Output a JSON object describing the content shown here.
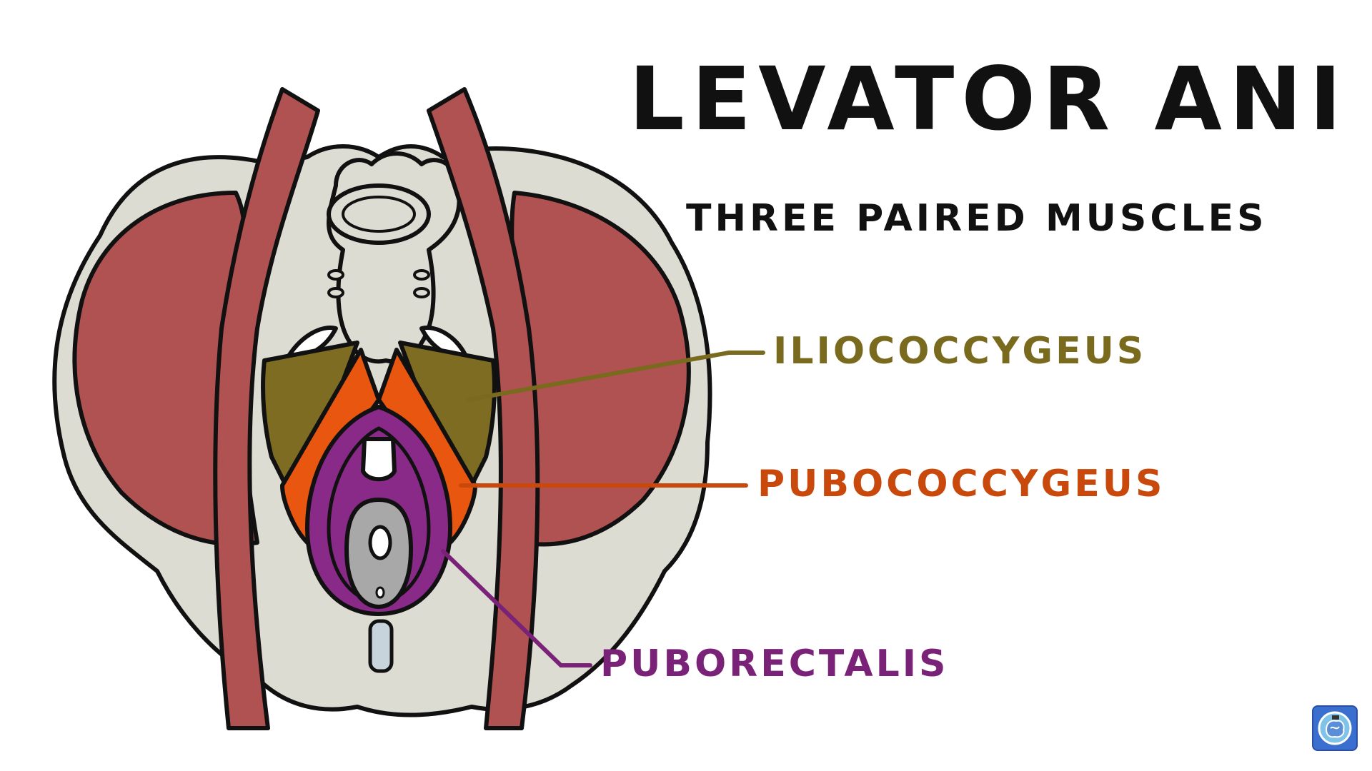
{
  "title": "LEVATOR ANI",
  "subtitle": "THREE PAIRED MUSCLES",
  "labels": {
    "iliococcygeus": "ILIOCOCCYGEUS",
    "pubococcygeus": "PUBOCOCCYGEUS",
    "puborectalis": "PUBORECTALIS"
  },
  "colors": {
    "iliococcygeus": "#7a6a1e",
    "pubococcygeus": "#c9480c",
    "puborectalis": "#7a2277",
    "bone": "#dddcd3",
    "obturator_muscle": "#b05252",
    "pubococcygeus_fill": "#e8560f",
    "iliococcygeus_fill": "#7d6c22",
    "puborectalis_fill": "#8a2a88",
    "rectum": "#a8a8a8"
  },
  "logo": {
    "icon": "brain-icon"
  }
}
